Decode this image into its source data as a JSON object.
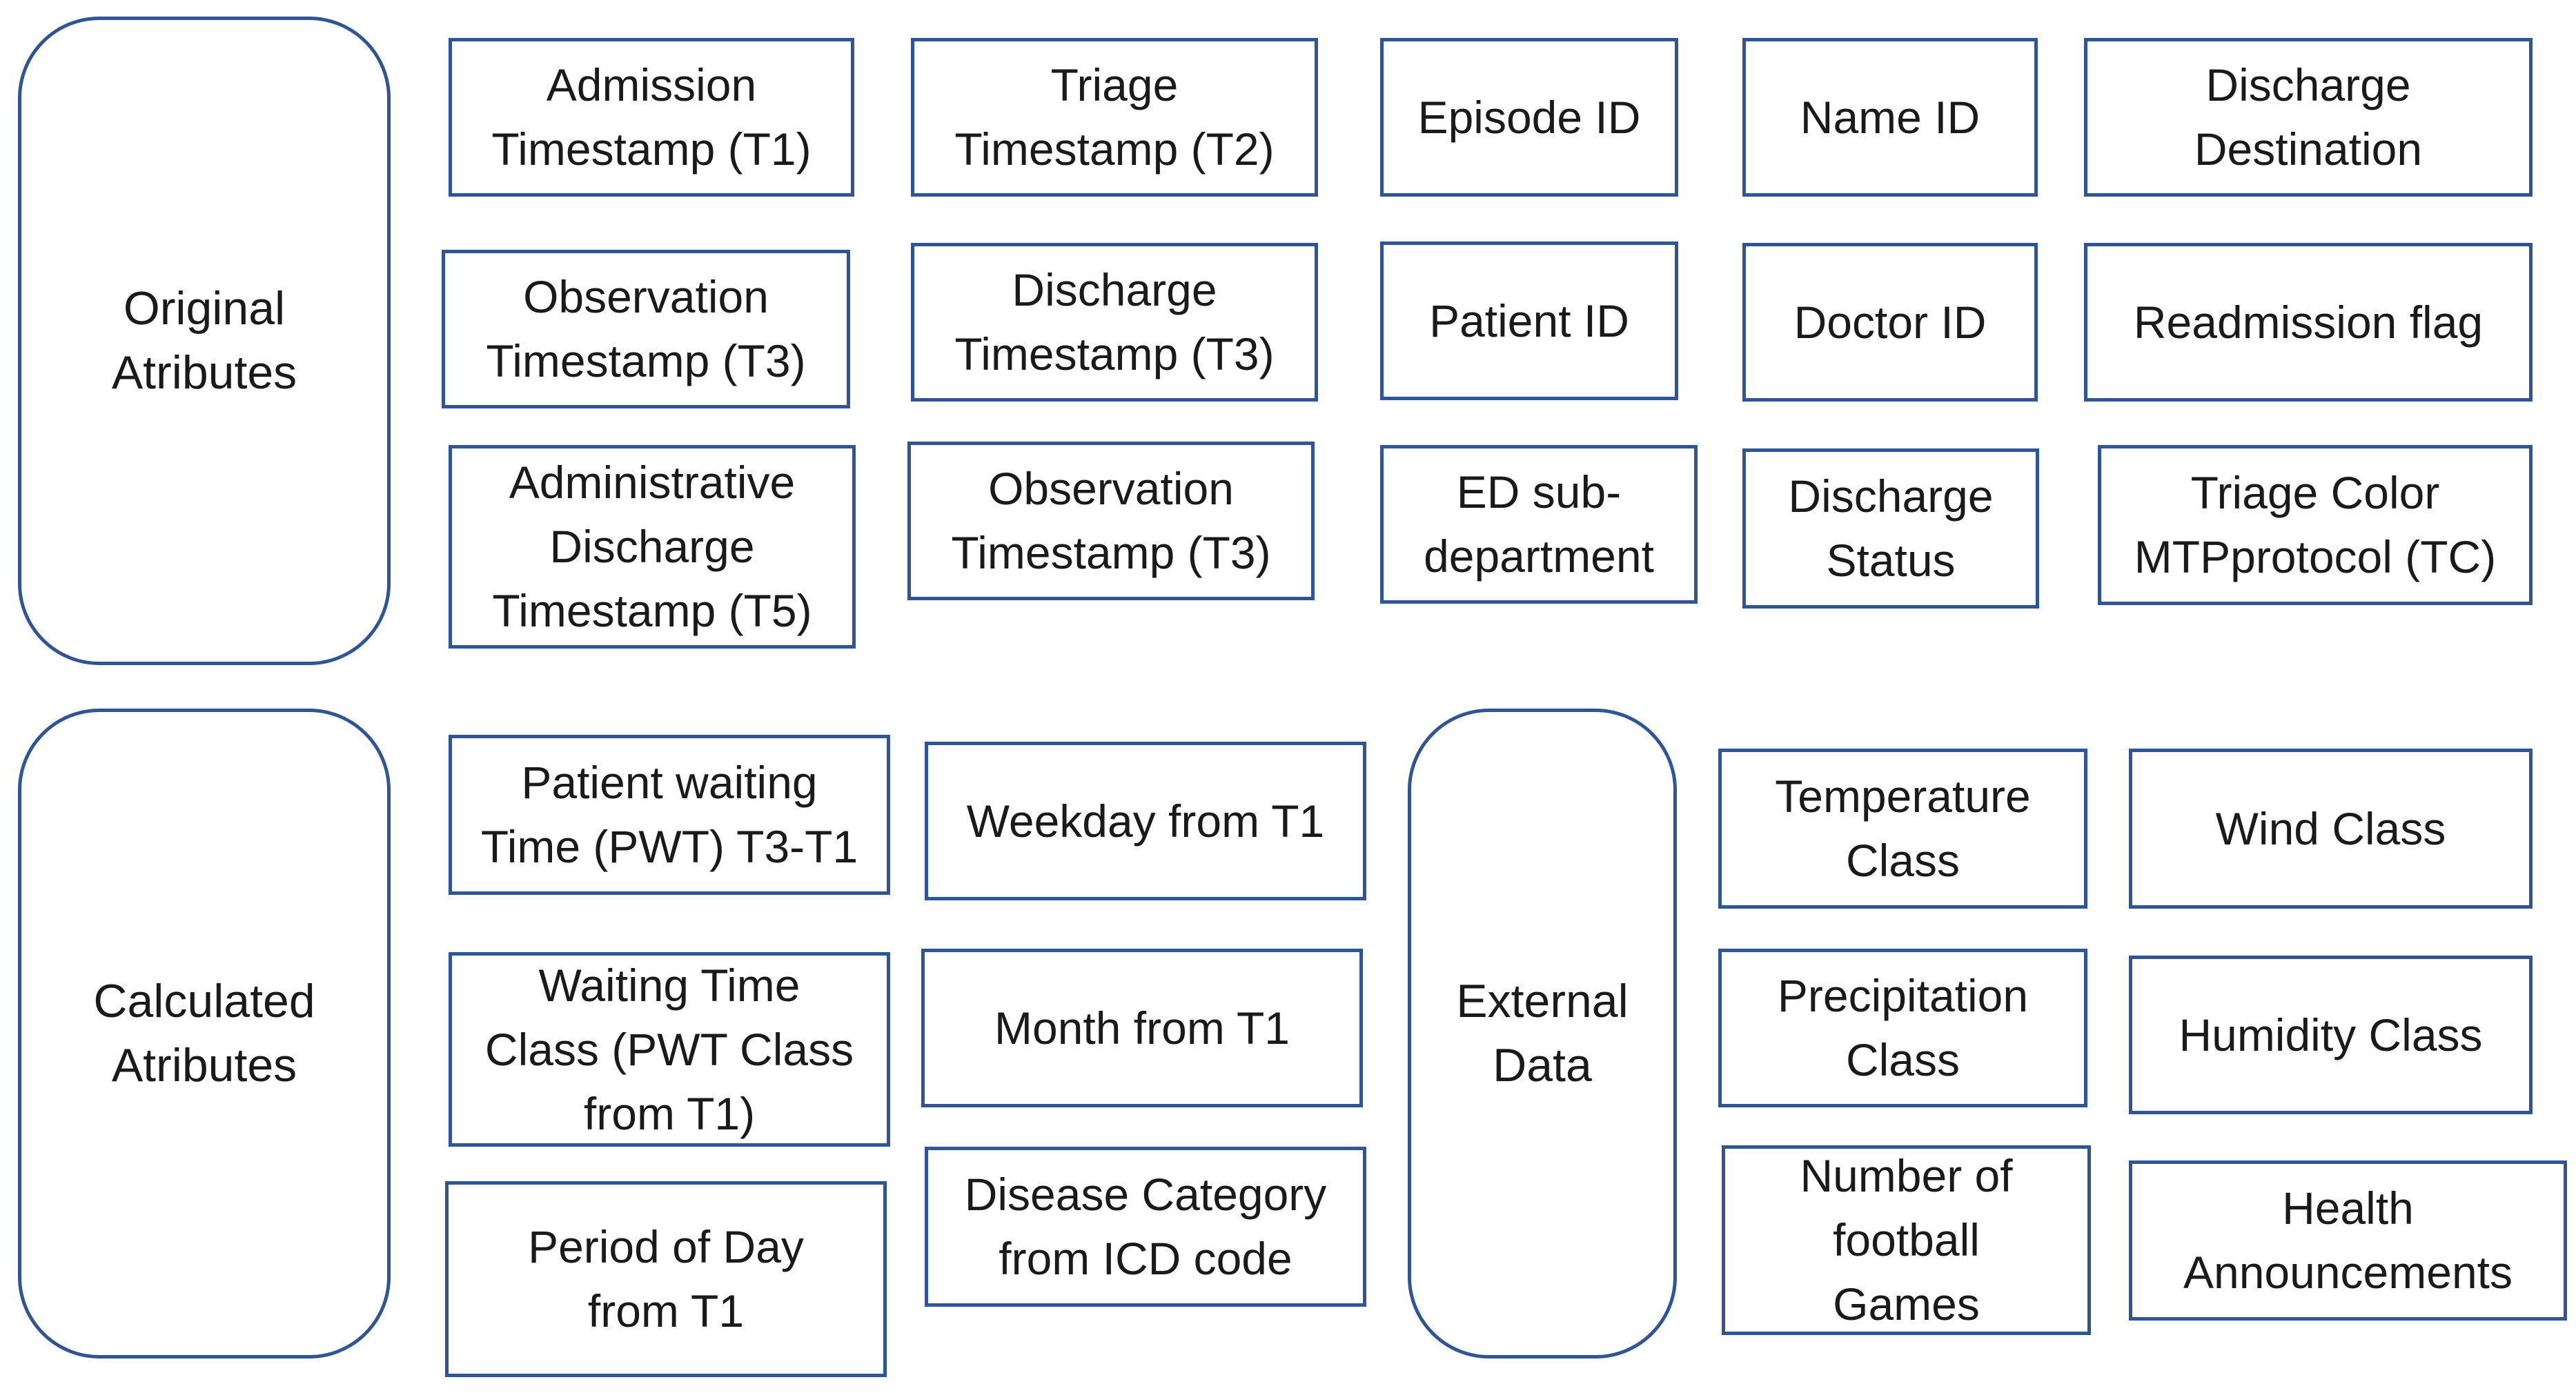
{
  "groups": {
    "original": {
      "label": "Original\nAtributes"
    },
    "calculated": {
      "label": "Calculated\nAtributes"
    },
    "external": {
      "label": "External\nData"
    }
  },
  "original_attributes": [
    "Admission\nTimestamp (T1)",
    "Triage\nTimestamp (T2)",
    "Episode ID",
    "Name ID",
    "Discharge\nDestination",
    "Observation\nTimestamp (T3)",
    "Discharge\nTimestamp (T3)",
    "Patient ID",
    "Doctor ID",
    "Readmission flag",
    "Administrative\nDischarge\nTimestamp (T5)",
    "Observation\nTimestamp (T3)",
    "ED sub-\ndepartment",
    "Discharge\nStatus",
    "Triage Color\nMTPprotocol (TC)"
  ],
  "calculated_attributes": [
    "Patient waiting\nTime (PWT) T3-T1",
    "Weekday from T1",
    "Waiting Time\nClass (PWT Class\nfrom T1)",
    "Month from T1",
    "Period of Day\nfrom T1",
    "Disease Category\nfrom ICD code"
  ],
  "external_data": [
    "Temperature\nClass",
    "Wind Class",
    "Precipitation\nClass",
    "Humidity Class",
    "Number of\nfootball\nGames",
    "Health\nAnnouncements"
  ],
  "colors": {
    "border": "#2f5597",
    "text": "#1a1a1a",
    "background": "#ffffff"
  }
}
